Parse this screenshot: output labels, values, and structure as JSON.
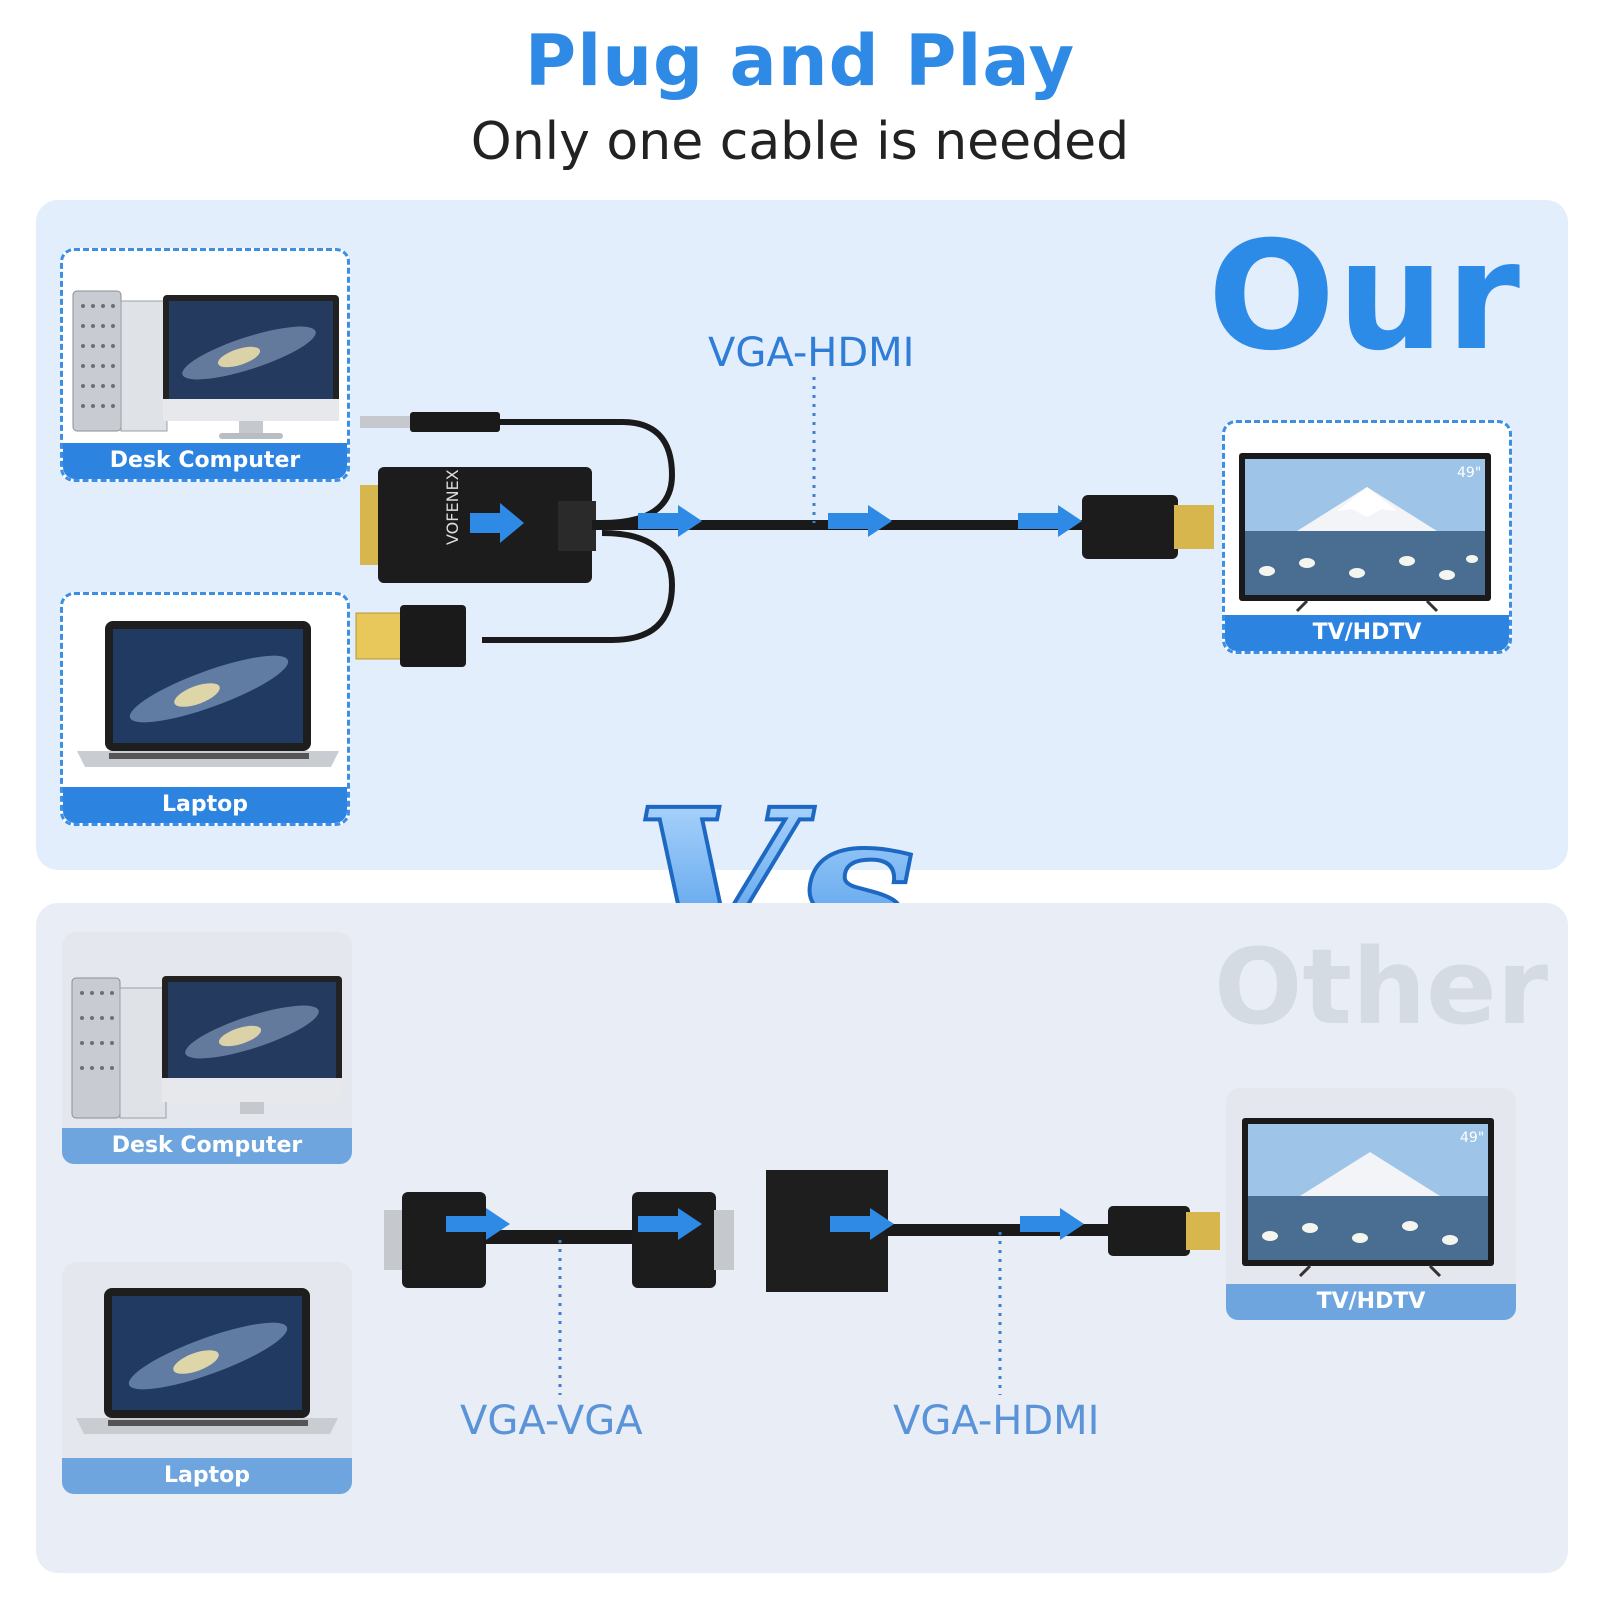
{
  "header": {
    "title": "Plug and Play",
    "subtitle": "Only one cable is needed"
  },
  "top": {
    "word": "Our",
    "cable_label": "VGA-HDMI",
    "devices": {
      "desk": "Desk Computer",
      "laptop": "Laptop",
      "tv": "TV/HDTV"
    },
    "brand": "VOFENEX",
    "tv_size": "49\""
  },
  "vs": "Vs",
  "bottom": {
    "word": "Other",
    "cable_label_1": "VGA-VGA",
    "cable_label_2": "VGA-HDMI",
    "devices": {
      "desk": "Desk Computer",
      "laptop": "Laptop",
      "tv": "TV/HDTV"
    },
    "tv_size": "49\""
  },
  "colors": {
    "accent": "#2f8ae6",
    "panel_top": "#e3eefc",
    "panel_bottom": "#e9eef6",
    "label_bottom": "#6ea5df"
  }
}
